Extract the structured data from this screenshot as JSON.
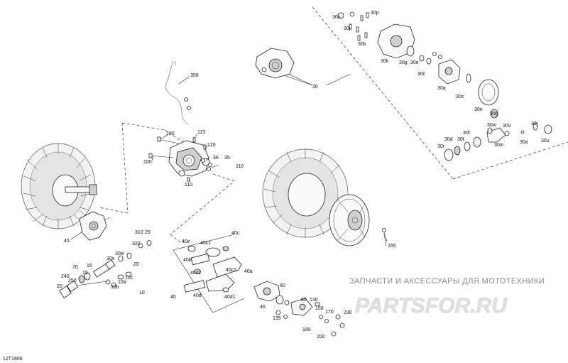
{
  "diagram_id": "12T1806",
  "watermark": {
    "tagline": "ЗАПЧАСТИ И АКСЕССУАРЫ ДЛЯ МОТОТЕХНИКИ",
    "logo": "PARTSFOR.RU"
  },
  "callouts": {
    "c350": "350",
    "c100a": "100",
    "c100b": "100",
    "c115": "115",
    "c120": "120",
    "c36": "36",
    "c35": "35",
    "c110a": "110",
    "c110b": "110",
    "c45": "45",
    "c310": "310",
    "c25": "25",
    "c320": "320",
    "c30w": "30w",
    "c30x": "30x",
    "c20a": "20",
    "c16": "16",
    "c15": "15",
    "c70": "70",
    "c240": "240",
    "c250": "250",
    "c20b": "20",
    "c10c": "10c",
    "c10a": "10a",
    "c10b": "10b",
    "c10": "10",
    "c40e": "40e",
    "c40c1": "40c1",
    "c40c": "40c",
    "c40b": "40b",
    "c40c2": "40c2",
    "c40a": "40a",
    "c40d2": "40d2",
    "c40d": "40d",
    "c40d1": "40d1",
    "c40": "40",
    "c60": "60",
    "c46": "46",
    "c80": "80",
    "c135": "135",
    "c130": "130",
    "c150": "150",
    "c170": "170",
    "c160": "160",
    "c230": "230",
    "c200": "200",
    "c165": "165",
    "c30": "30",
    "c30u_top": "30u",
    "c30p": "30p",
    "c30j_top": "30j",
    "c30b": "30b",
    "c30k": "30k",
    "c30g_top": "30g",
    "c30e": "30e",
    "c30c": "30c",
    "c30q": "30q",
    "c30s": "30s",
    "c30n": "30n",
    "c30g_mid": "30g",
    "c30w2": "30w",
    "c30v": "30v",
    "c30d": "30d",
    "c30f": "30f",
    "c30t": "30t",
    "c30r": "30r",
    "c30m": "30m",
    "c30j_r": "30j",
    "c30a": "30a",
    "c30u_r": "30u"
  },
  "colors": {
    "line": "#222222",
    "background": "#ffffff",
    "watermark_logo": "#e0e0e0",
    "watermark_text": "#8a8a8a"
  }
}
